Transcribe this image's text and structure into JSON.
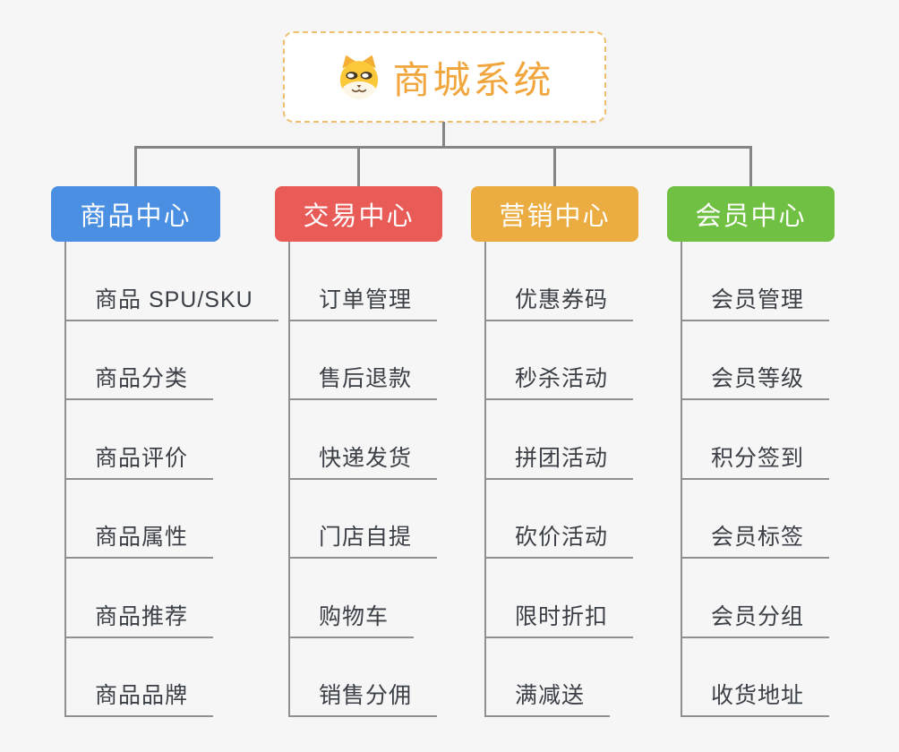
{
  "root": {
    "title": "商城系统",
    "icon": "dog-icon"
  },
  "branches": [
    {
      "label": "商品中心",
      "color": "#4a8fe2",
      "items": [
        "商品 SPU/SKU",
        "商品分类",
        "商品评价",
        "商品属性",
        "商品推荐",
        "商品品牌"
      ]
    },
    {
      "label": "交易中心",
      "color": "#e85b56",
      "items": [
        "订单管理",
        "售后退款",
        "快递发货",
        "门店自提",
        "购物车",
        "销售分佣"
      ]
    },
    {
      "label": "营销中心",
      "color": "#ebad42",
      "items": [
        "优惠券码",
        "秒杀活动",
        "拼团活动",
        "砍价活动",
        "限时折扣",
        "满减送"
      ]
    },
    {
      "label": "会员中心",
      "color": "#70c143",
      "items": [
        "会员管理",
        "会员等级",
        "积分签到",
        "会员标签",
        "会员分组",
        "收货地址"
      ]
    }
  ],
  "colors": {
    "background": "#f6f6f7",
    "root_border": "#eec06e",
    "root_text": "#f0a63d",
    "connector": "#858585",
    "tree_line": "#909090",
    "item_text": "#3b3f46"
  }
}
